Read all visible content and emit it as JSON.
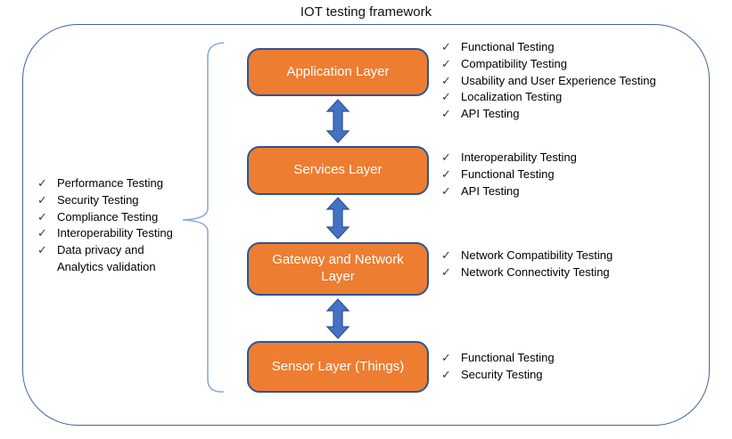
{
  "title": "IOT testing framework",
  "check_glyph": "✓",
  "colors": {
    "box_fill": "#ED7D31",
    "box_border": "#2F5496",
    "box_text": "#FFFFFF",
    "arrow_fill": "#4472C4",
    "arrow_border": "#2F528F",
    "frame_border": "#44639B",
    "brace": "#8FAADC",
    "text": "#000000"
  },
  "left_group": {
    "items": [
      "Performance Testing",
      "Security Testing",
      "Compliance Testing",
      "Interoperability Testing",
      "Data privacy and Analytics validation"
    ]
  },
  "layers": [
    {
      "name": "Application Layer",
      "tests": [
        "Functional Testing",
        "Compatibility Testing",
        "Usability and User Experience Testing",
        "Localization Testing",
        "API Testing"
      ]
    },
    {
      "name": "Services Layer",
      "tests": [
        "Interoperability Testing",
        "Functional Testing",
        "API Testing"
      ]
    },
    {
      "name": "Gateway and Network Layer",
      "tests": [
        "Network Compatibility Testing",
        "Network Connectivity Testing"
      ]
    },
    {
      "name": "Sensor Layer (Things)",
      "tests": [
        "Functional Testing",
        "Security Testing"
      ]
    }
  ]
}
